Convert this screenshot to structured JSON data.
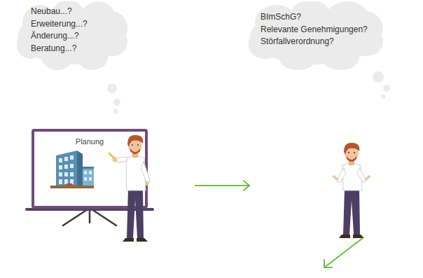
{
  "diagram": {
    "nodes": [
      {
        "text": [
          "Neubau...?",
          "Erweiterung...?",
          "Änderung...?",
          "Beratung...?"
        ]
      },
      {
        "text": [
          "BImSchG?",
          "Relevante Genehmigungen?",
          "Störfallverordnung?"
        ]
      },
      {
        "text": [
          "Planung"
        ]
      }
    ]
  }
}
